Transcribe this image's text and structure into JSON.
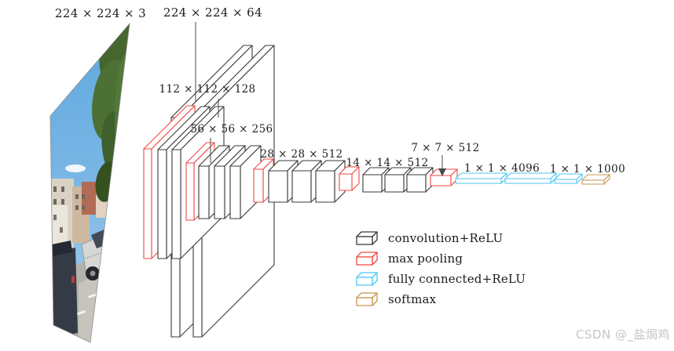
{
  "diagram": {
    "labels": {
      "input": "224 × 224 × 3",
      "conv1": "224 × 224 × 64",
      "conv2": "112 × 112 × 128",
      "conv3": "56 × 56 × 256",
      "conv4": "28 × 28 × 512",
      "conv5": "14 × 14 × 512",
      "pool5": "7 × 7 × 512",
      "fc": "1 × 1 × 4096",
      "fc_out": "1 × 1 × 1000"
    },
    "colors": {
      "convolution": "#383838",
      "pooling": "#ef4741",
      "fully_connected": "#4cc5f2",
      "softmax": "#c6944f",
      "pointer_line": "#4a4a4a"
    },
    "layers": [
      {
        "label": "224 × 224 × 3",
        "blocks": [
          "input image"
        ]
      },
      {
        "label": "224 × 224 × 64",
        "blocks": [
          "conv",
          "conv"
        ]
      },
      {
        "label": "112 × 112 × 128",
        "blocks": [
          "pool",
          "conv",
          "conv"
        ]
      },
      {
        "label": "56 × 56 × 256",
        "blocks": [
          "pool",
          "conv",
          "conv",
          "conv"
        ]
      },
      {
        "label": "28 × 28 × 512",
        "blocks": [
          "pool",
          "conv",
          "conv",
          "conv"
        ]
      },
      {
        "label": "14 × 14 × 512",
        "blocks": [
          "pool",
          "conv",
          "conv",
          "conv"
        ]
      },
      {
        "label": "7 × 7 × 512",
        "blocks": [
          "pool"
        ]
      },
      {
        "label": "1 × 1 × 4096",
        "blocks": [
          "fc",
          "fc"
        ]
      },
      {
        "label": "1 × 1 × 1000",
        "blocks": [
          "fc",
          "softmax"
        ]
      }
    ]
  },
  "legend": {
    "items": [
      {
        "label": "convolution+ReLU",
        "color": "#383838",
        "icon": "conv-box-icon"
      },
      {
        "label": "max pooling",
        "color": "#ef4741",
        "icon": "pool-box-icon"
      },
      {
        "label": "fully connected+ReLU",
        "color": "#4cc5f2",
        "icon": "fc-box-icon"
      },
      {
        "label": "softmax",
        "color": "#c6944f",
        "icon": "softmax-box-icon"
      }
    ]
  },
  "watermark": {
    "text": "CSDN @_盐焗鸡"
  }
}
